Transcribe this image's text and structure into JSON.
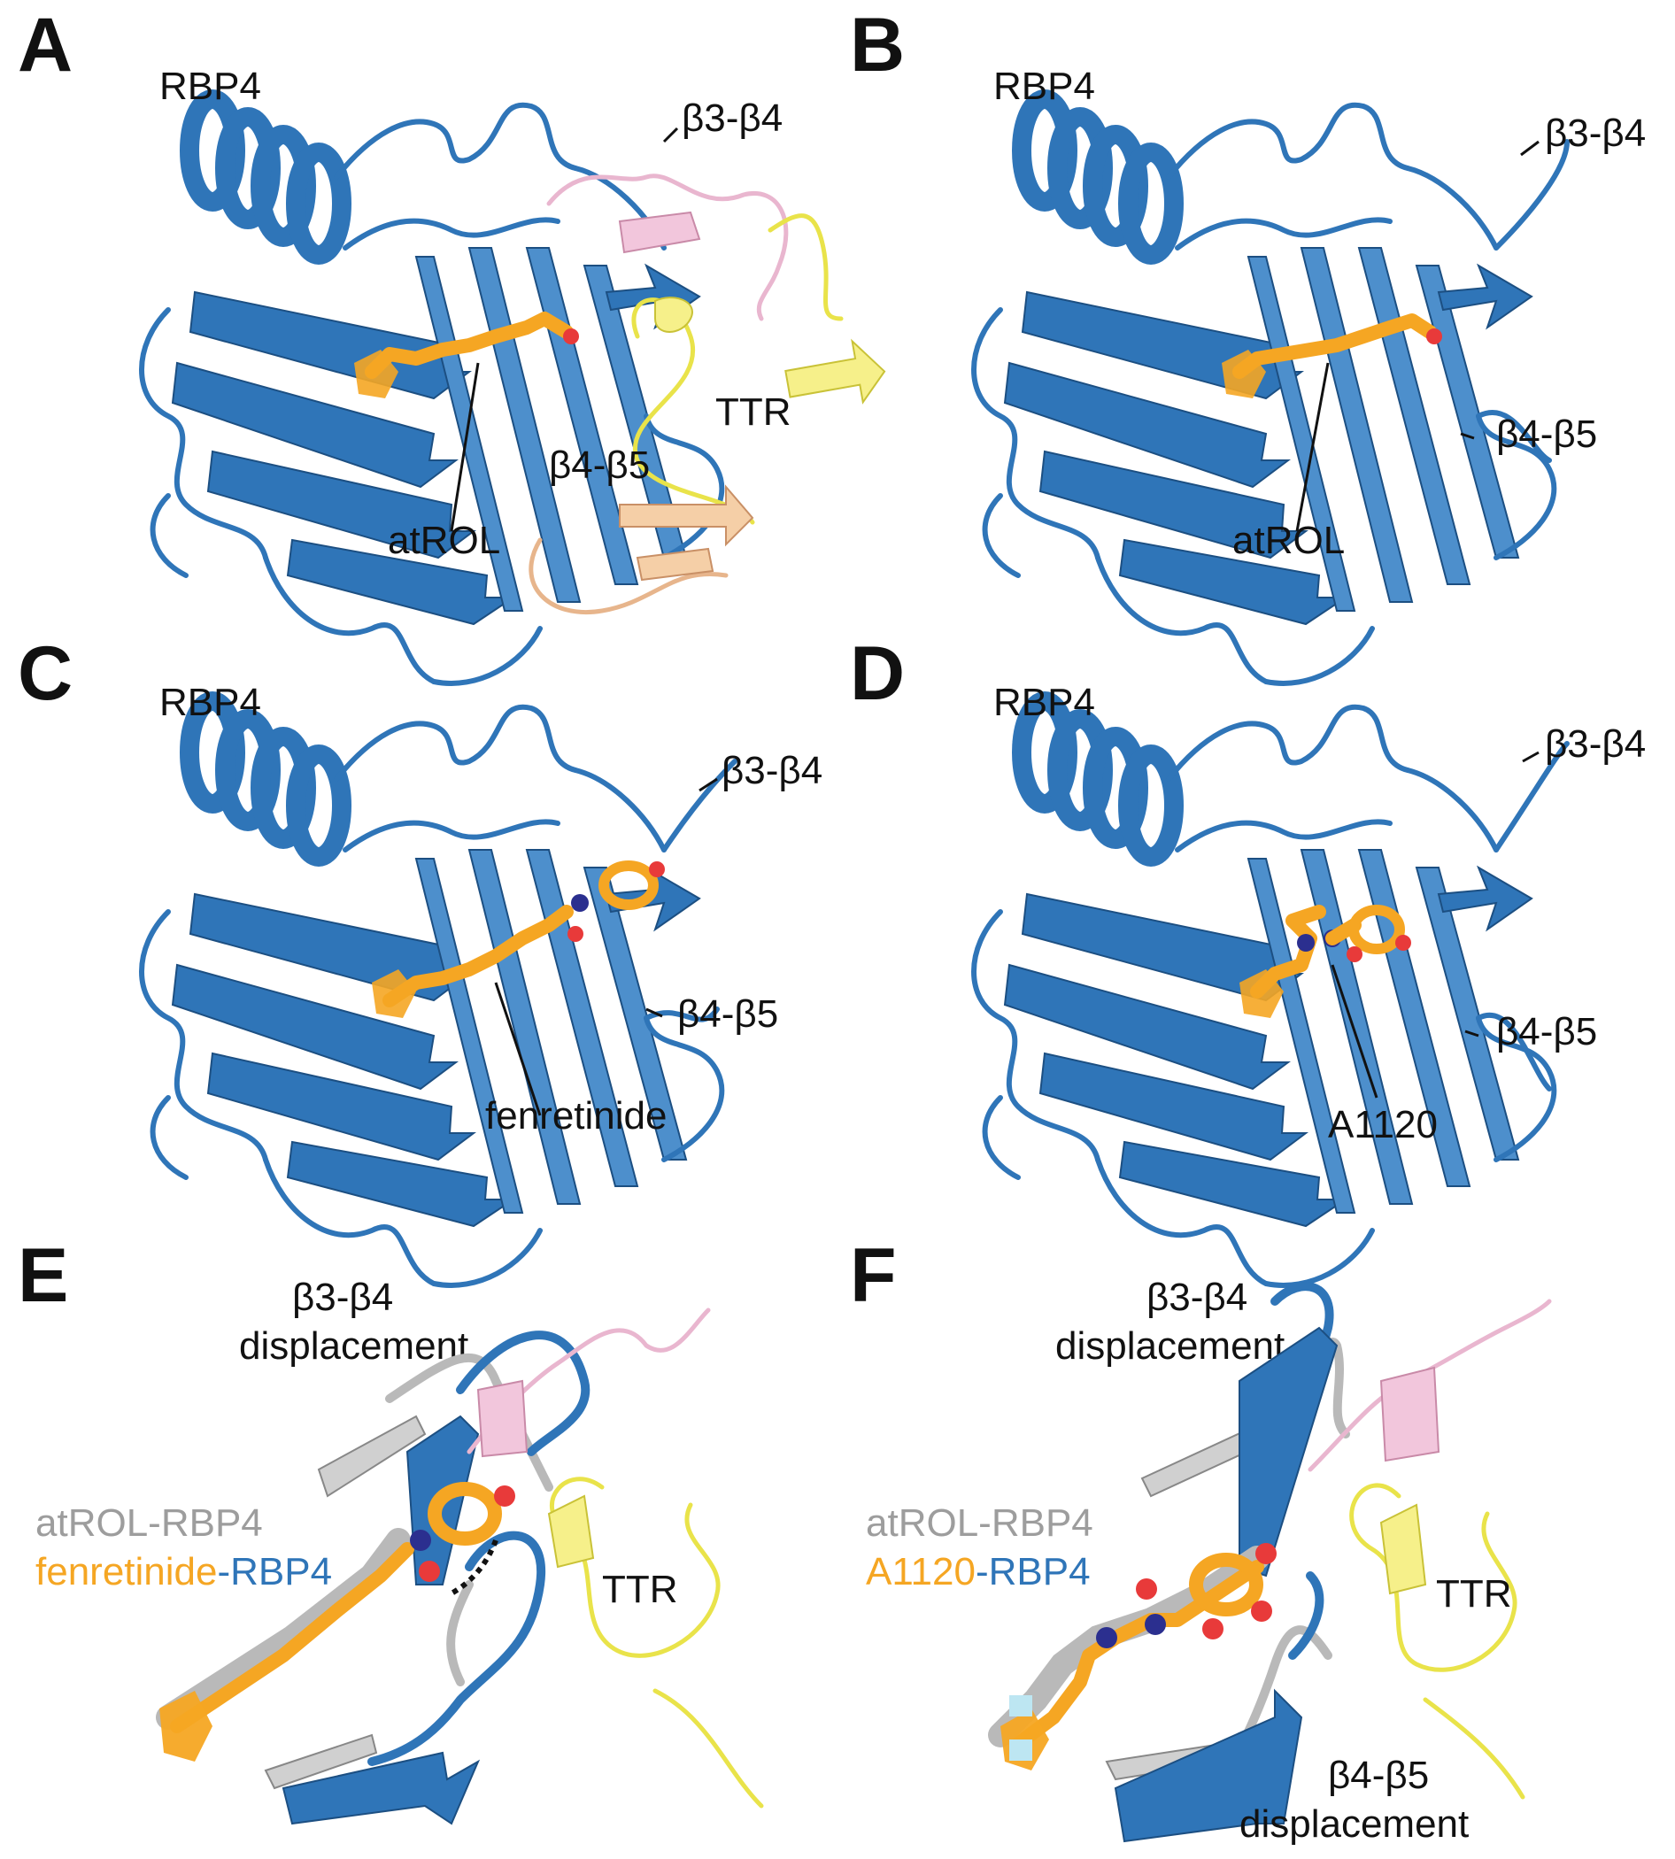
{
  "colors": {
    "rbp4": "#2f75b8",
    "ligand": "#f5a623",
    "oxygen": "#e83a3a",
    "nitrogen": "#2b2f8f",
    "ttr": "#f6f08a",
    "ttr_pink": "#f2c6dc",
    "ttr_peach": "#f5cfa7",
    "reference_gray": "#b9b9b9"
  },
  "panels": {
    "A": {
      "letter": "A",
      "protein": "RBP4",
      "loop1": "β3-β4",
      "loop2": "β4-β5",
      "partner": "TTR",
      "ligand": "atROL"
    },
    "B": {
      "letter": "B",
      "protein": "RBP4",
      "loop1": "β3-β4",
      "loop2": "β4-β5",
      "ligand": "atROL"
    },
    "C": {
      "letter": "C",
      "protein": "RBP4",
      "loop1": "β3-β4",
      "loop2": "β4-β5",
      "ligand": "fenretinide"
    },
    "D": {
      "letter": "D",
      "protein": "RBP4",
      "loop1": "β3-β4",
      "loop2": "β4-β5",
      "ligand": "A1120"
    },
    "E": {
      "letter": "E",
      "loop_label_line1": "β3-β4",
      "loop_label_line2": "displacement",
      "ref_label": "atROL-RBP4",
      "ligand_part": "fenretinide",
      "protein_part": "-RBP4",
      "partner": "TTR"
    },
    "F": {
      "letter": "F",
      "loop_label_line1": "β3-β4",
      "loop_label_line2": "displacement",
      "ref_label": "atROL-RBP4",
      "ligand_part": "A1120",
      "protein_part": "-RBP4",
      "partner": "TTR",
      "loop2_line1": "β4-β5",
      "loop2_line2": "displacement"
    }
  }
}
